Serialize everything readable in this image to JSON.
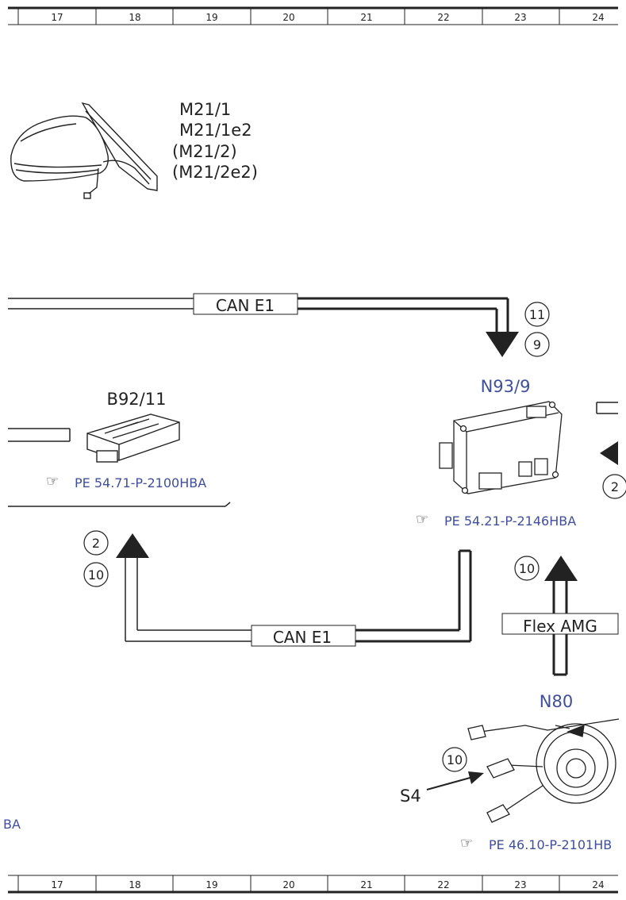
{
  "ruler": {
    "columns": [
      "17",
      "18",
      "19",
      "20",
      "21",
      "22",
      "23",
      "24"
    ]
  },
  "components": {
    "mirror": {
      "labels": [
        "M21/1",
        "M21/1e2",
        "(M21/2)",
        "(M21/2e2)"
      ]
    },
    "b92_11": {
      "name": "B92/11",
      "ref": "PE 54.71-P-2100HBA"
    },
    "n93_9": {
      "name": "N93/9",
      "ref": "PE 54.21-P-2146HBA"
    },
    "n80": {
      "name": "N80",
      "ref": "PE 46.10-P-2101HB",
      "switch": "S4"
    }
  },
  "buses": {
    "top": "CAN E1",
    "bottom": "CAN E1",
    "flex": "Flex AMG"
  },
  "circles": {
    "top_11": "11",
    "top_9": "9",
    "left_2": "2",
    "left_10": "10",
    "right_10": "10",
    "n80_10": "10",
    "edge_2": "2"
  },
  "edge_fragment": "BA",
  "colors": {
    "link": "#3f4f9b",
    "line": "#222222"
  }
}
